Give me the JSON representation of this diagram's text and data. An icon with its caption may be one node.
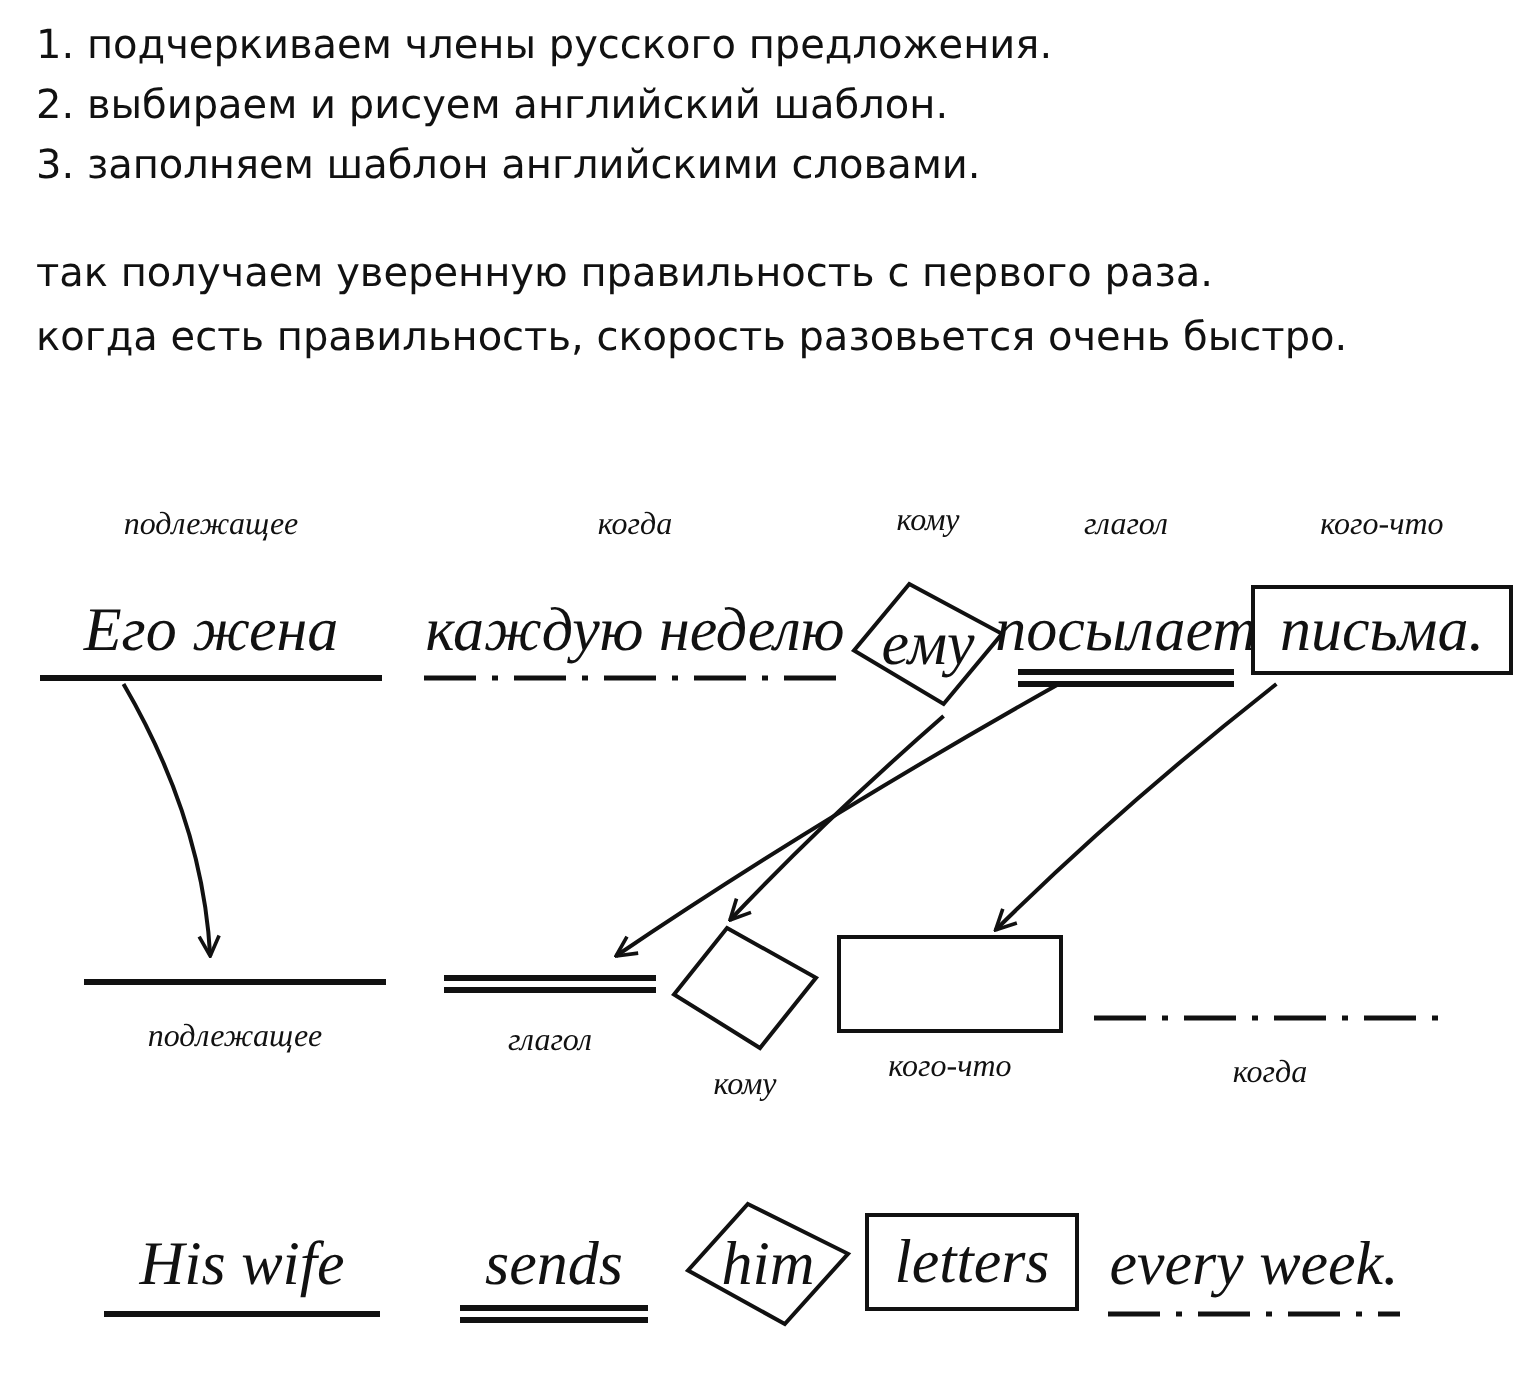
{
  "diagram": {
    "nodes": [
      {
        "text": [
          "Его жена"
        ],
        "beside": [
          "подлежащее"
        ]
      },
      {
        "text": [
          "каждую неделю"
        ],
        "beside": [
          "когда"
        ]
      },
      {
        "text": [
          "ему"
        ],
        "beside": [
          "кому"
        ]
      },
      {
        "text": [
          "посылает"
        ],
        "beside": [
          "глагол"
        ]
      },
      {
        "text": [
          "письма."
        ],
        "beside": [
          "кого-что"
        ]
      },
      {
        "text": [],
        "shape": "bar",
        "beside": [
          "подлежащее"
        ]
      },
      {
        "text": [],
        "shape": "bar",
        "beside": [
          "глагол"
        ]
      },
      {
        "text": [],
        "shape": "diamond",
        "beside": [
          "кому"
        ]
      },
      {
        "text": [],
        "shape": "box",
        "beside": [
          "кого-что"
        ]
      },
      {
        "text": [],
        "shape": "bar",
        "beside": [
          "когда"
        ]
      },
      {
        "text": [
          "His wife"
        ]
      },
      {
        "text": [
          "sends"
        ]
      },
      {
        "text": [
          "him"
        ]
      },
      {
        "text": [
          "letters"
        ]
      },
      {
        "text": [
          "every week."
        ]
      }
    ],
    "edges": [
      {
        "from": 0,
        "to": 5,
        "arrow": "to"
      },
      {
        "from": 3,
        "to": 6,
        "arrow": "to"
      },
      {
        "from": 2,
        "to": 7,
        "arrow": "to"
      },
      {
        "from": 4,
        "to": 8,
        "arrow": "to"
      }
    ],
    "labels": [
      "1. подчеркиваем члены русского предложения.",
      "2. выбираем и рисуем английский шаблон.",
      "3. заполняем шаблон английскими словами.",
      "так получаем уверенную правильность с первого раза.",
      "когда есть правильность, скорость разовьется очень быстро."
    ]
  }
}
